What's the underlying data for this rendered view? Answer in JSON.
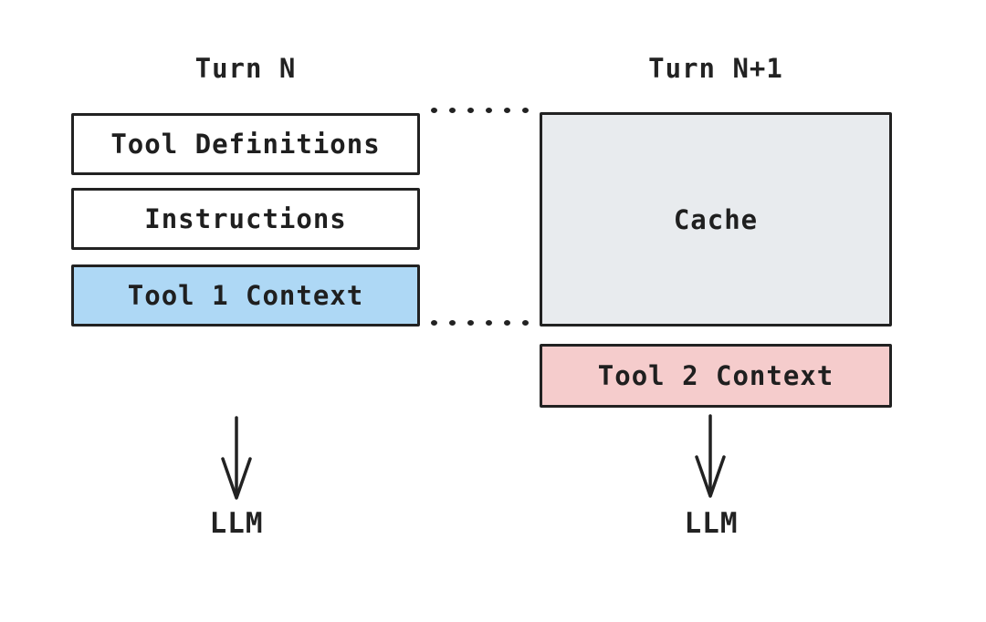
{
  "diagram": {
    "title_hint": "Prompt cache across turns",
    "background_color": "#ffffff",
    "stroke_color": "#222222",
    "columns": [
      {
        "title": "Turn N",
        "boxes": [
          {
            "label": "Tool Definitions",
            "fill": "#ffffff"
          },
          {
            "label": "Instructions",
            "fill": "#ffffff"
          },
          {
            "label": "Tool 1 Context",
            "fill": "#aed8f5"
          }
        ],
        "arrow_target": "LLM"
      },
      {
        "title": "Turn N+1",
        "boxes": [
          {
            "label": "Cache",
            "fill": "#e8ebee"
          },
          {
            "label": "Tool 2 Context",
            "fill": "#f5cccc"
          }
        ],
        "arrow_target": "LLM"
      }
    ],
    "connectors": [
      {
        "name": "cache-top-dotted-line",
        "style": "dotted",
        "dots": 6
      },
      {
        "name": "cache-bottom-dotted-line",
        "style": "dotted",
        "dots": 6
      }
    ]
  }
}
